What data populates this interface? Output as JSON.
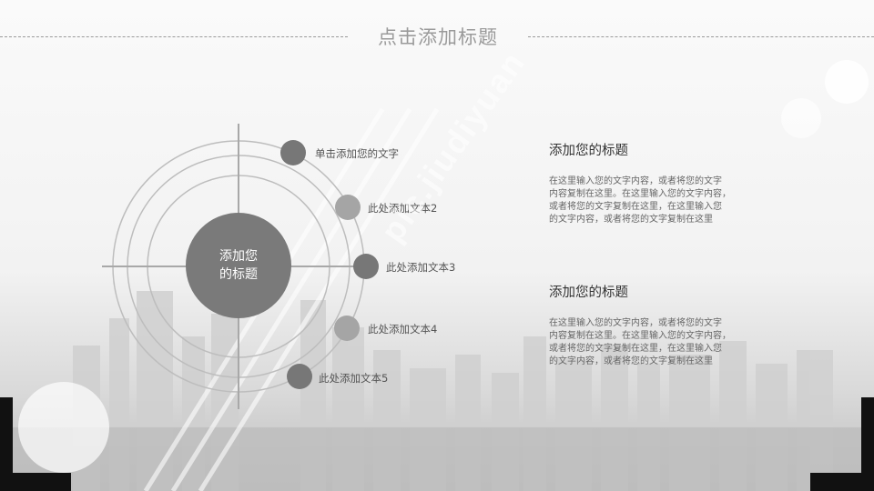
{
  "header": {
    "title": "点击添加标题"
  },
  "diagram": {
    "center_title_line1": "添加您",
    "center_title_line2": "的标题",
    "nodes": [
      {
        "label": "单击添加您的文字",
        "shade": "#777777"
      },
      {
        "label": "此处添加文本2",
        "shade": "#a5a5a5"
      },
      {
        "label": "此处添加文本3",
        "shade": "#777777"
      },
      {
        "label": "此处添加文本4",
        "shade": "#a5a5a5"
      },
      {
        "label": "此处添加文本5",
        "shade": "#777777"
      }
    ]
  },
  "blocks": [
    {
      "title": "添加您的标题",
      "lines": [
        "在这里输入您的文字内容，或者将您的文字",
        "内容复制在这里。在这里输入您的文字内容，",
        "或者将您的文字复制在这里，在这里输入您",
        "的文字内容，或者将您的文字复制在这里"
      ]
    },
    {
      "title": "添加您的标题",
      "lines": [
        "在这里输入您的文字内容，或者将您的文字",
        "内容复制在这里。在这里输入您的文字内容，",
        "或者将您的文字复制在这里，在这里输入您",
        "的文字内容，或者将您的文字复制在这里"
      ]
    }
  ],
  "watermark": "pic.jiudiyuan"
}
